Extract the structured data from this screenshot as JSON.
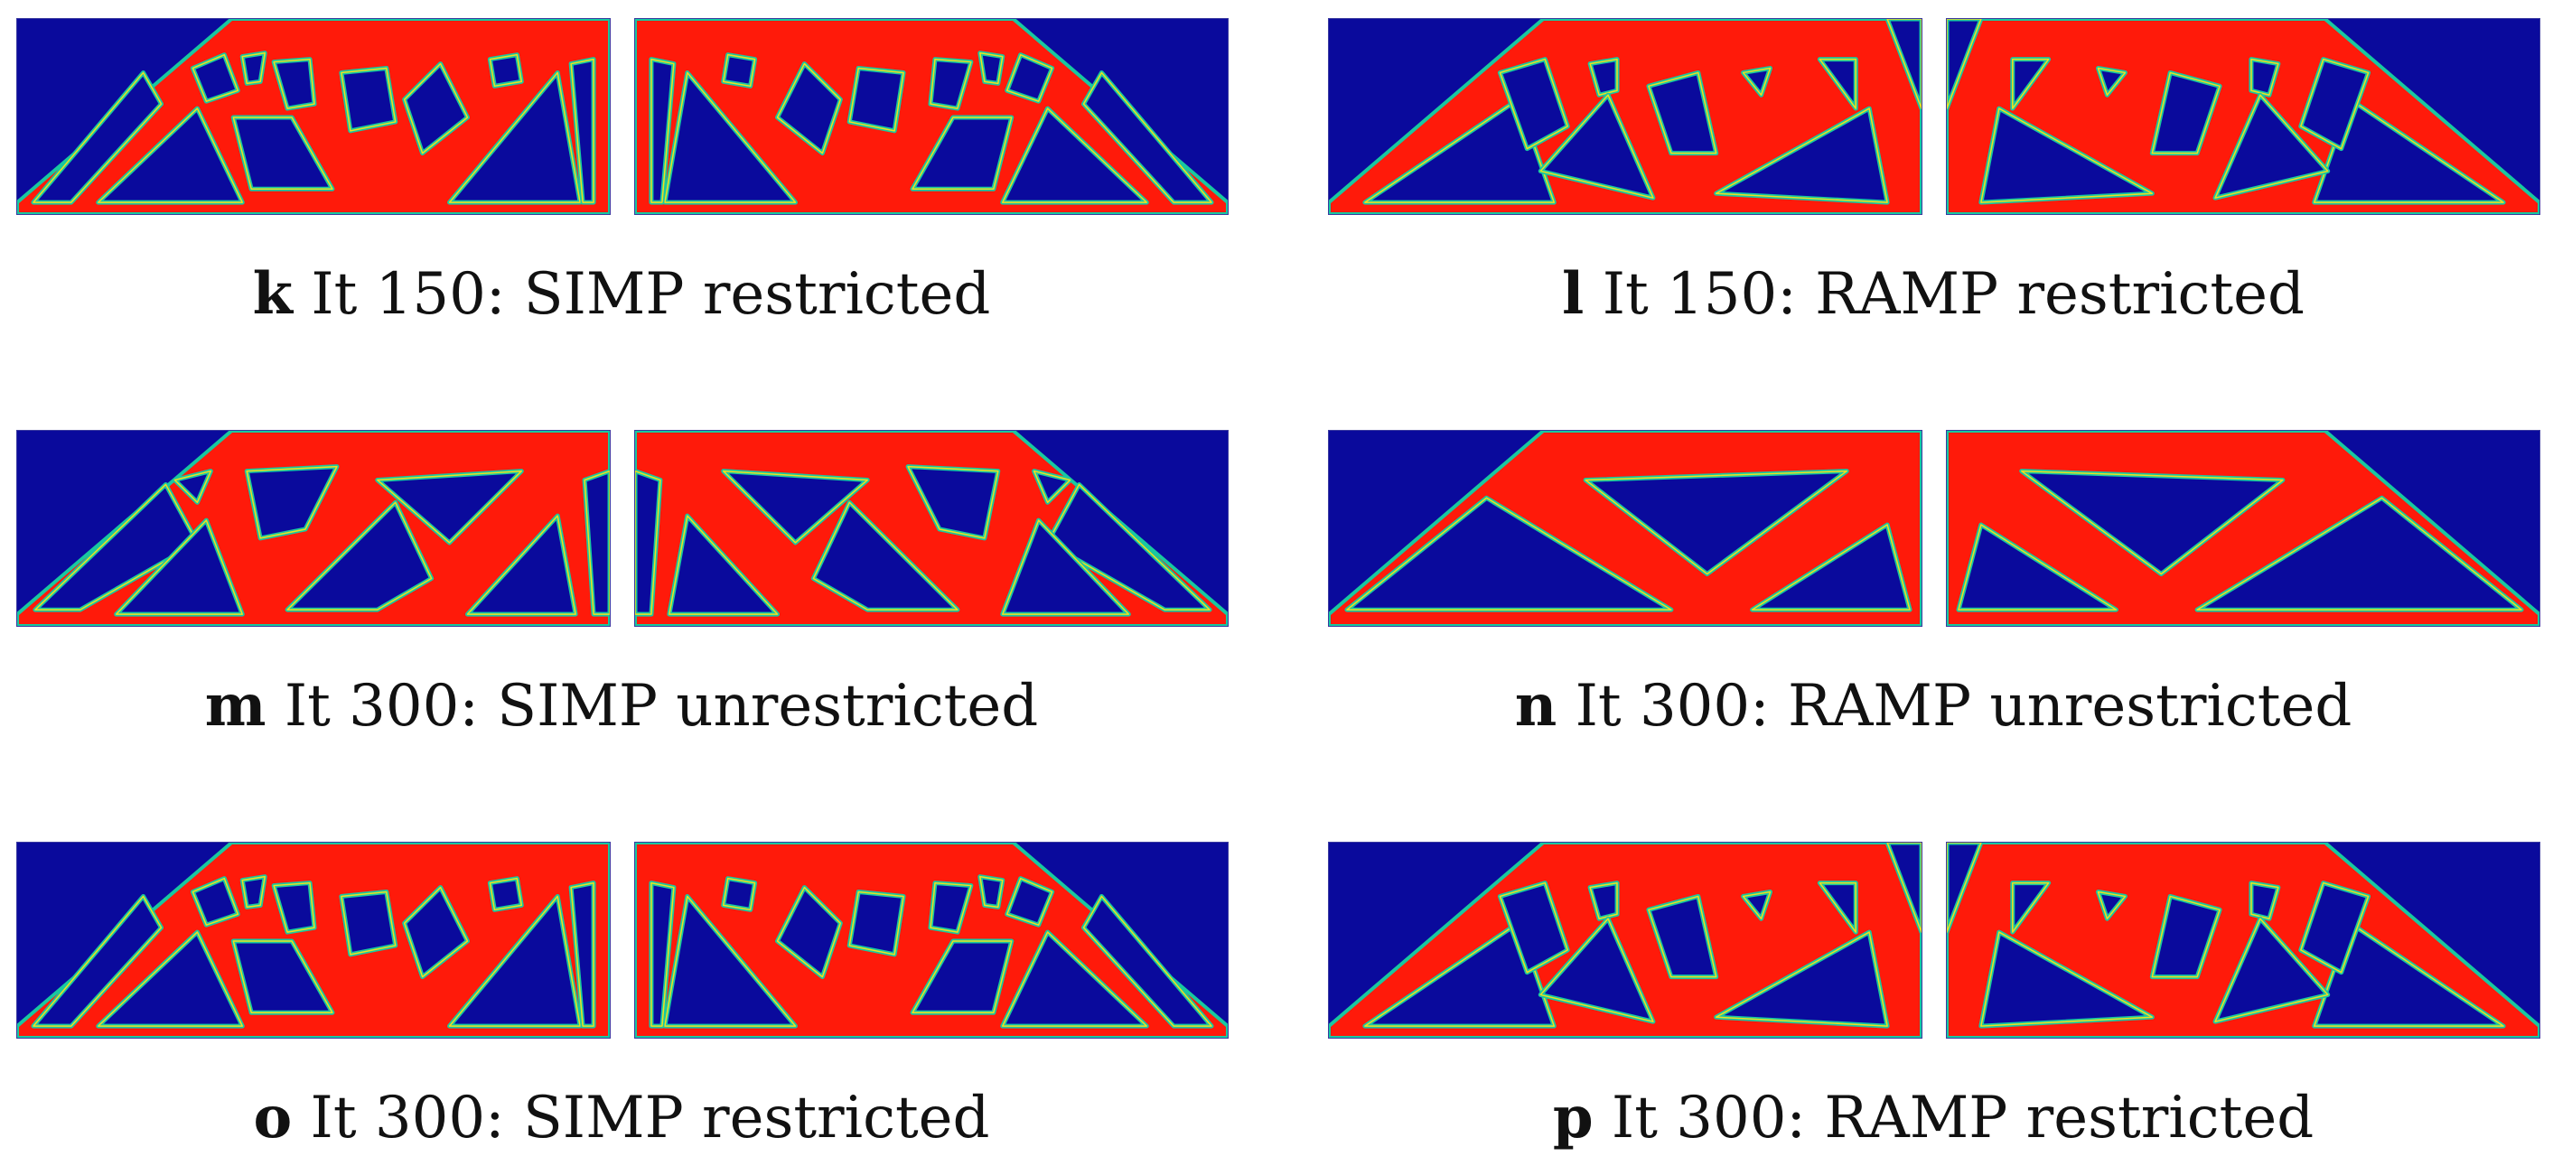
{
  "figure": {
    "panels": [
      {
        "letter": "k",
        "caption": "It 150: SIMP restricted",
        "variant": "dense"
      },
      {
        "letter": "l",
        "caption": "It 150: RAMP restricted",
        "variant": "medium"
      },
      {
        "letter": "m",
        "caption": "It 300: SIMP unrestricted",
        "variant": "sparse"
      },
      {
        "letter": "n",
        "caption": "It 300: RAMP unrestricted",
        "variant": "simple"
      },
      {
        "letter": "o",
        "caption": "It 300: SIMP restricted",
        "variant": "dense"
      },
      {
        "letter": "p",
        "caption": "It 300: RAMP restricted",
        "variant": "medium"
      }
    ]
  },
  "colors": {
    "void": "#0a0a9c",
    "solid": "#ff1a0a",
    "edge": "#18c8a0",
    "edge_inner": "#f0e020"
  }
}
